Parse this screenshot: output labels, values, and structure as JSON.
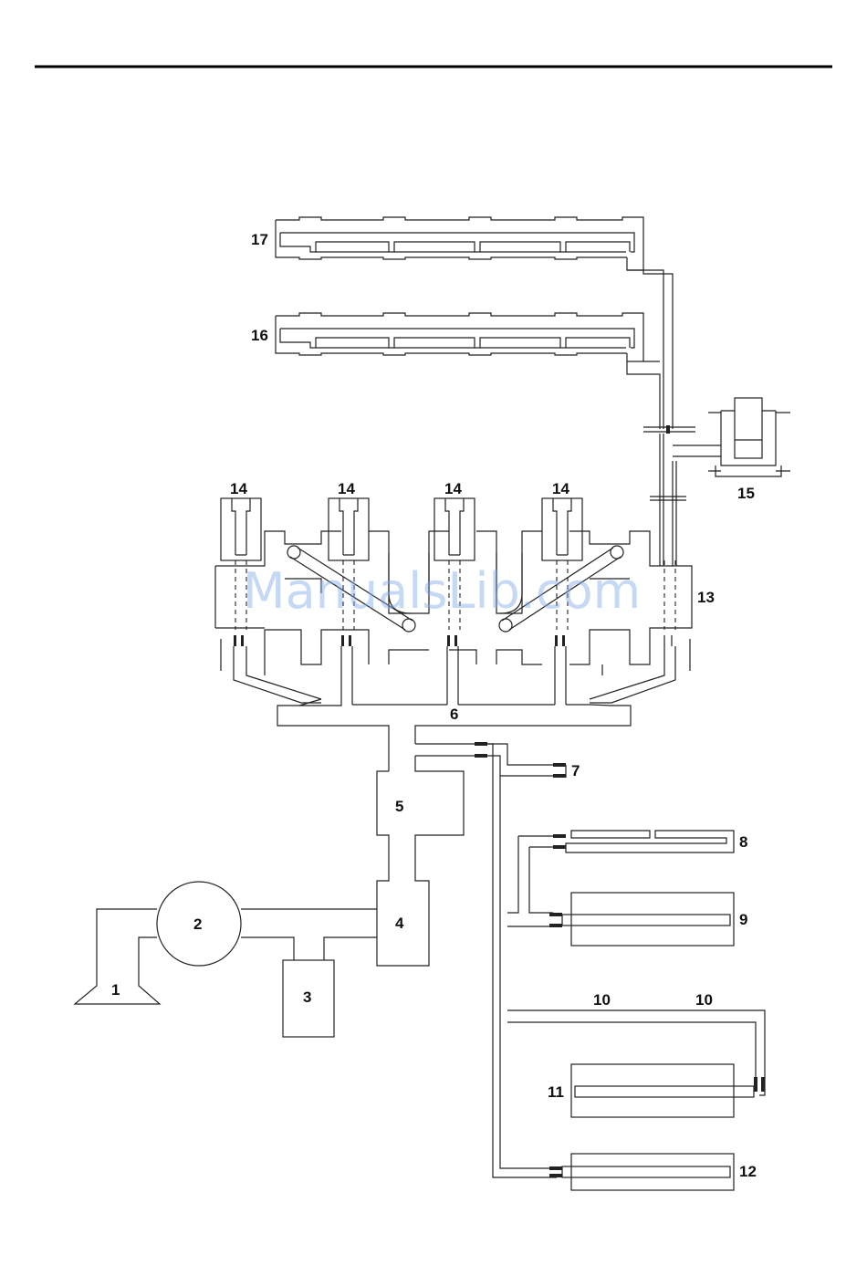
{
  "watermark": "ManualsLib.com",
  "labels": {
    "l1": "1",
    "l2": "2",
    "l3": "3",
    "l4": "4",
    "l5": "5",
    "l6": "6",
    "l7": "7",
    "l8": "8",
    "l9": "9",
    "l10": "10",
    "l11": "11",
    "l12": "12",
    "l13": "13",
    "l14": "14",
    "l15": "15",
    "l16": "16",
    "l17": "17"
  }
}
